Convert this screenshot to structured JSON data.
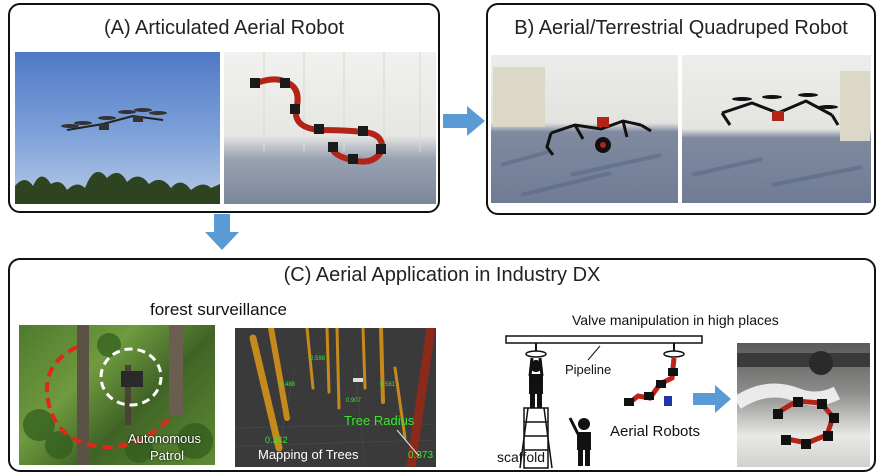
{
  "panel_a": {
    "title": "(A) Articulated Aerial Robot"
  },
  "panel_b": {
    "title": "B) Aerial/Terrestrial Quadruped Robot"
  },
  "panel_c": {
    "title": "(C) Aerial Application in Industry DX",
    "forest": {
      "heading": "forest surveillance",
      "patrol_label_line1": "Autonomous",
      "patrol_label_line2": "Patrol"
    },
    "mapping": {
      "caption": "Mapping of Trees",
      "tree_radius_label": "Tree Radius",
      "values": [
        "0.342",
        "0.373",
        "0.907",
        "0.488",
        "0.581",
        "0.598"
      ]
    },
    "valve": {
      "heading": "Valve manipulation in high places",
      "pipeline_label": "Pipeline",
      "aerial_robots_label": "Aerial Robots",
      "scaffold_label": "scaffold"
    }
  },
  "colors": {
    "arrow_blue": "#5b9bd5",
    "mapping_green": "#39e62f",
    "patrol_red": "#e0271a"
  }
}
